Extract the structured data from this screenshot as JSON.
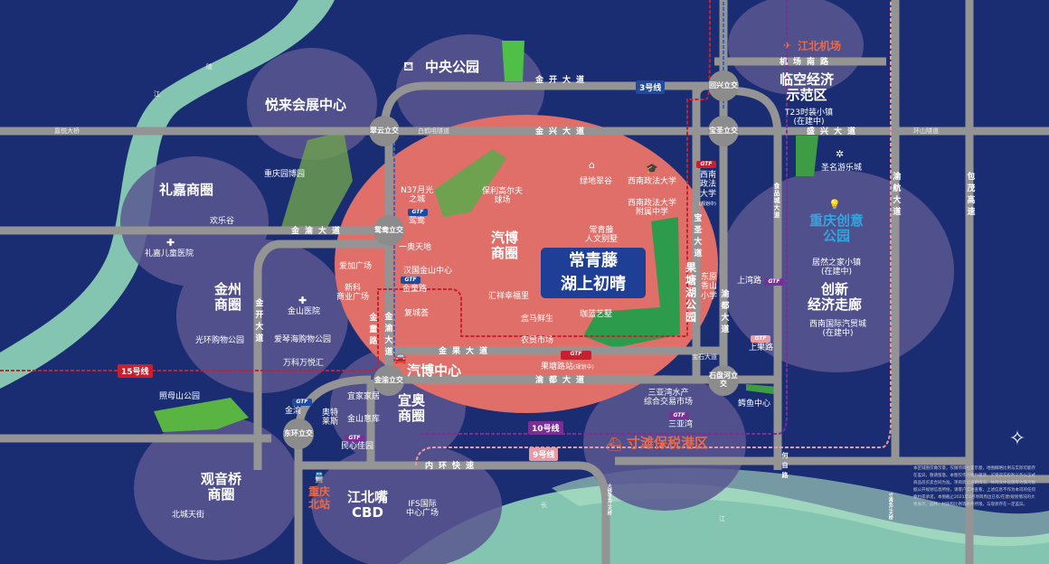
{
  "colors": {
    "background": "#1a2d72",
    "business_zone": "#e06f69",
    "district": "#5b5791",
    "road": "#949494",
    "river": "#8fd6b8",
    "line15": "#c8202e",
    "line3": "#1f4a9e",
    "line10": "#7a2f96",
    "line9": "#e89aa5",
    "accent_blue": "#2fa6e0",
    "accent_orange": "#e8694b"
  },
  "project": {
    "line1": "常青藤",
    "line2": "湖上初晴"
  },
  "districts": {
    "yuelai": "悦来会展中心",
    "zhongyang": "中央公园",
    "lijia": "礼嘉商圈",
    "jinzhou_1": "金州",
    "jinzhou_2": "商圈",
    "qibo_1": "汽博",
    "qibo_2": "商圈",
    "yiao_1": "宜奥",
    "yiao_2": "商圈",
    "guanyinqiao_1": "观音桥",
    "guanyinqiao_2": "商圈",
    "jiangbeizui_1": "江北嘴",
    "jiangbeizui_2": "CBD",
    "linkong_1": "临空经济",
    "linkong_2": "示范区",
    "chuangyi_1": "重庆创意",
    "chuangyi_2": "公园",
    "chuangxin_1": "创新",
    "chuangxin_2": "经济走廊",
    "cuntan": "寸滩保税港区",
    "qibo_center": "汽博中心",
    "airport": "江北机场",
    "north_station_1": "重庆",
    "north_station_2": "北站",
    "guotang_park": [
      "果",
      "塘",
      "湖",
      "公",
      "园"
    ]
  },
  "pois": {
    "yuanbo": "重庆园博园",
    "huanlegu": "欢乐谷",
    "lijia_hospital": "礼嘉儿童医院",
    "aijia": "爱加广场",
    "xinke_1": "新科",
    "xinke_2": "商业广场",
    "jinshan_hospital": "金山医院",
    "guanghuan": "光环购物公园",
    "aiqinhai": "爱琴海购物公园",
    "vanke": "万科万悦汇",
    "zhaomushan": "照母山公园",
    "n37_1": "N37月光",
    "n37_2": "之城",
    "yiaotiandi": "一奥天地",
    "hanguo": "汉国金山中心",
    "fuchengyi": "复城荟",
    "baoli_1": "保利高尔夫",
    "baoli_2": "球场",
    "huixiang": "汇祥幸福里",
    "hema": "盒马鲜生",
    "nongmao": "农贸市场",
    "lvdi": "绿地翠谷",
    "xizheng": "西南政法大学",
    "xizheng_high_1": "西南政法大学",
    "xizheng_high_2": "附属中学",
    "cqt_villa_1": "常青藤",
    "cqt_villa_2": "人文别墅",
    "jialan": "珈蓝艺墅",
    "dongyuan_1": "东原",
    "dongyuan_2": "香山",
    "dongyuan_3": "小学",
    "yijia": "宜家家居",
    "aote_1": "奥特",
    "aote_2": "莱斯",
    "jinshan_yiku": "金山意库",
    "ifs_1": "IFS国际",
    "ifs_2": "中心广场",
    "beicheng": "北城天街",
    "t23_1": "T23时装小镇",
    "t23_2": "(在建中)",
    "shengming": "圣名游乐城",
    "jurzan_1": "居然之家小镇",
    "jurzan_2": "(在建中)",
    "qimao_1": "西南国际汽贸城",
    "qimao_2": "(在建中)",
    "sanyawan_mkt_1": "三亚湾水产",
    "sanyawan_mkt_2": "综合交易市场",
    "eyu": "鳄鱼中心"
  },
  "roads": {
    "jiayue_bridge": "嘉悦大桥",
    "jinkai_top": "金开大道",
    "jinxing": "金兴大道",
    "baihezui": "白鹤咀隧道",
    "jinyu_h": "金渝大道",
    "jinyu_v": "金渝大道",
    "jinkai_v": "金开大道",
    "jintong": "金童路",
    "jinguo": "金果大道",
    "yudu_h": "渝都大道",
    "yudu_v": "渝都大道",
    "baosheng": "宝圣大道",
    "baoshi": "宝石大道",
    "neihuan": "内环快速",
    "jichang_south": "机场南路",
    "shengxing": "盛兴大道",
    "huanshan": "环山隧道",
    "shipincheng": "食品城大道",
    "yuhang": "渝航大道",
    "baomao": "包茂高速",
    "hezi": "何自路",
    "dafosi": "大佛寺长江大桥",
    "cuntan_bridge": "寸滩长江大桥",
    "river_top_1": "陵",
    "river_top_2": "江",
    "river_bottom_1": "长",
    "river_bottom_2": "江"
  },
  "interchanges": {
    "cuiyun": "翠云立交",
    "yuanyang": "鸳鸯立交",
    "jinyu": "金渝立交",
    "donghuan": "东环立交",
    "huixing": "回兴立交",
    "baosheng": "宝圣立交",
    "shipanhe": "石盘河立交"
  },
  "metro": {
    "line15": "15号线",
    "line3": "3号线",
    "line10": "10号线",
    "line9": "9号线",
    "station_logo": "GTF",
    "stations": {
      "yuanyang": "鸳鸯",
      "jintong": "金童路",
      "guotang": "果塘路站",
      "guotang_note": "(规划中)",
      "xizheng_1": "西南政法大学",
      "xizheng_note": "(规划中)",
      "shanghai": "上湾路",
      "shangguo": "上果路",
      "sanyawan": "三亚湾",
      "minxin": "民心佳园",
      "jinyu": "金渝"
    }
  },
  "disclaimer": "本区域图仅做示意，仅做项目位置示意，地图概略比例与实际可能存在差异，敬请留意。本图仅作为要约邀请，买受双方权利义务以正式商品房买卖合同为准。项目周边道路情况、休闲文体设施等为我司根据公开规划信息所绘，请客户实地查看，上述信息不作为本司的任何要约或承诺。本图截止2021年4月项目周边已有/在建/规划情况的大致展示，园林、材质和比例等条件所限，与现状存在一定差异。"
}
